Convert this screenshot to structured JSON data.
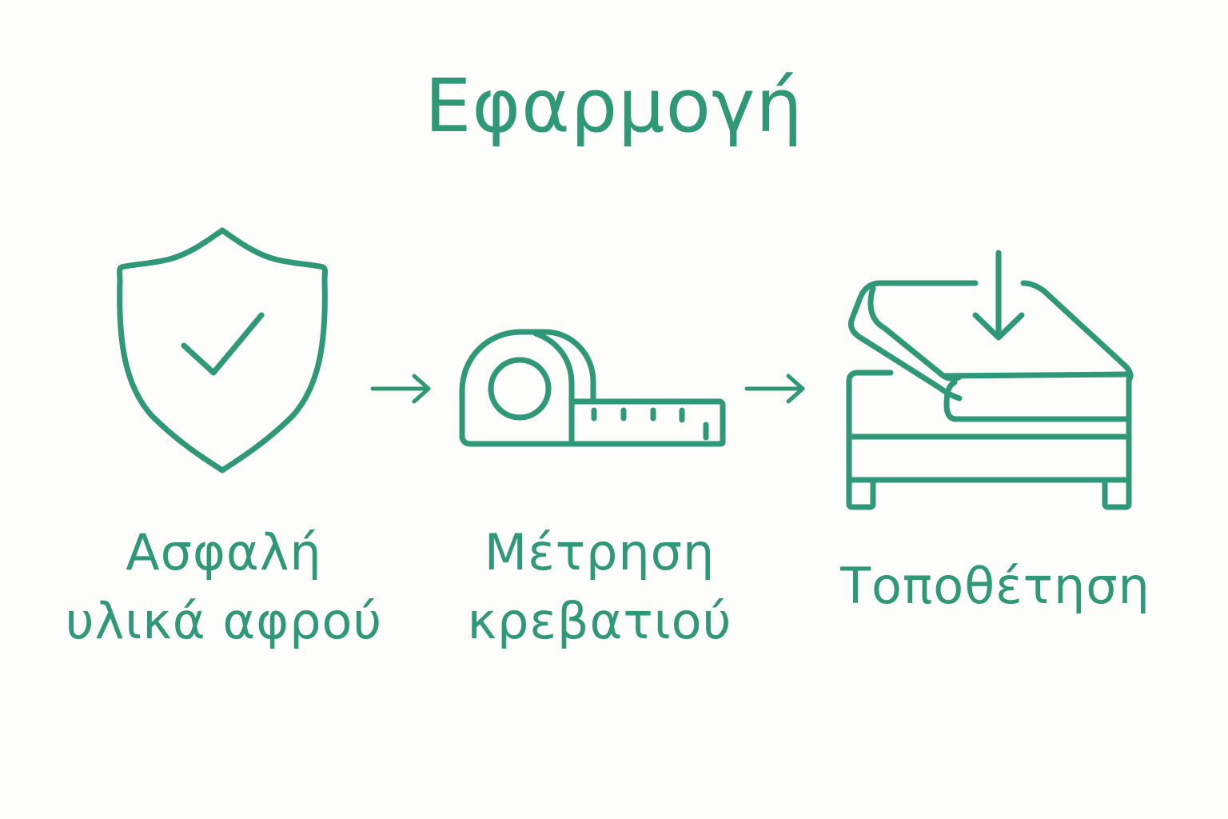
{
  "title": "Εφαρμογή",
  "steps": [
    {
      "icon": "shield-check-icon",
      "label_lines": [
        "Ασφαλή",
        "υλικά αφρού"
      ]
    },
    {
      "icon": "tape-measure-icon",
      "label_lines": [
        "Μέτρηση",
        "κρεβατιού"
      ]
    },
    {
      "icon": "bed-mattress-placement-icon",
      "label_lines": [
        "Τοποθέτηση"
      ]
    }
  ],
  "colors": {
    "accent": "#2e9877",
    "background": "#fdfdfc"
  }
}
